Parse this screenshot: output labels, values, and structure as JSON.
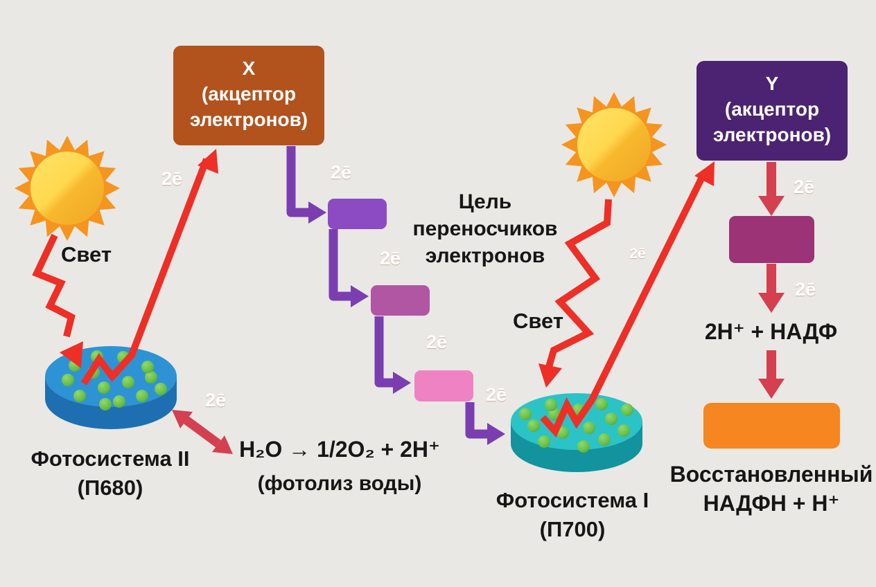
{
  "diagram": {
    "acceptor_x": {
      "name": "X",
      "line2": "(акцептор",
      "line3": "электронов)"
    },
    "acceptor_y": {
      "name": "Y",
      "line2": "(акцептор",
      "line3": "электронов)"
    },
    "sun_left_label": "Свет",
    "sun_right_label": "Свет",
    "carrier_chain_label": {
      "line1": "Цель",
      "line2": "переносчиков",
      "line3": "электронов"
    },
    "photolysis": {
      "equation": "H₂O → 1/2O₂ + 2H⁺",
      "caption": "(фотолиз воды)"
    },
    "photosystem_2": {
      "line1": "Фотосистема II",
      "line2": "(П680)"
    },
    "photosystem_1": {
      "line1": "Фотосистема I",
      "line2": "(П700)"
    },
    "nadp_reduction_input": "2H⁺ + НАДФ",
    "nadph_result": {
      "line1": "Восстановленный",
      "line2": "НАДФН + H⁺"
    },
    "electron_badge": "2ē"
  },
  "colors": {
    "background": "#e9e8e5",
    "acceptor_x_box": "#b2521d",
    "acceptor_y_box": "#4b2372",
    "carrier_1": "#8c4bc3",
    "carrier_2": "#b156a3",
    "carrier_3": "#ef82c3",
    "carrier_after_y": "#9c3377",
    "nadph_box": "#f6861f",
    "bright_red_arrow": "#ee2f26",
    "crimson_arrow": "#d4404f",
    "purple_arrow": "#7a3eb1",
    "electron_badge": "#f68a1f",
    "photosystem2_disk": "#2e93d4",
    "photosystem1_disk": "#2cc3c6",
    "granule_green": "#6abf4a",
    "sun_body": "#ffd84f",
    "sun_rays": "#f5941f"
  }
}
